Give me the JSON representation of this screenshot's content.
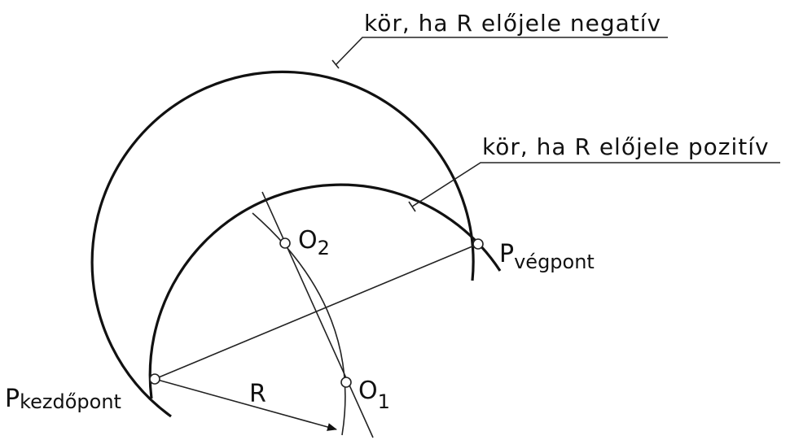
{
  "labels": {
    "negative_circle": "kör, ha R előjele negatív",
    "positive_circle": "kör, ha R előjele pozitív",
    "start_point_main": "P",
    "start_point_sub": "kezdőpont",
    "end_point_main": "P",
    "end_point_sub": "végpont",
    "center2_main": "O",
    "center2_sub": "2",
    "center1_main": "O",
    "center1_sub": "1",
    "radius": "R"
  },
  "colors": {
    "stroke": "#111111",
    "background": "#ffffff"
  }
}
